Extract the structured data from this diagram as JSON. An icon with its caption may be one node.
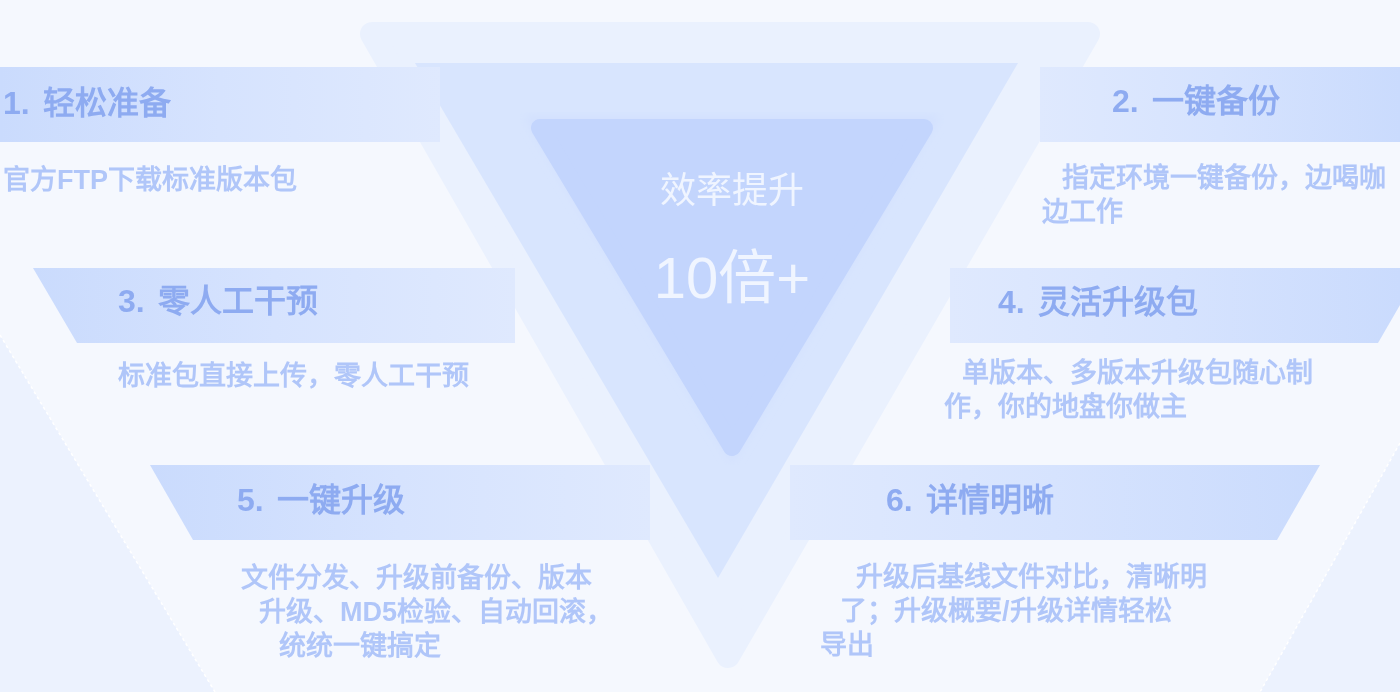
{
  "diagram": {
    "nodes": [
      {
        "text": [
          "效率提升",
          "10倍+"
        ]
      },
      {
        "text": [
          "1. 轻松准备"
        ],
        "beside": [
          "官方FTP下载标准版本包"
        ]
      },
      {
        "text": [
          "2. 一键备份"
        ],
        "beside": [
          "指定环境一键备份，边喝咖边工作"
        ]
      },
      {
        "text": [
          "3. 零人工干预"
        ],
        "beside": [
          "标准包直接上传，零人工干预"
        ]
      },
      {
        "text": [
          "4. 灵活升级包"
        ],
        "beside": [
          "单版本、多版本升级包随心制作，你的地盘你做主"
        ]
      },
      {
        "text": [
          "5. 一键升级"
        ],
        "beside": [
          "文件分发、升级前备份、版本升级、MD5检验、自动回滚，统统一键搞定"
        ]
      },
      {
        "text": [
          "6. 详情明晰"
        ],
        "beside": [
          "升级后基线文件对比，清晰明了；升级概要/升级详情轻松导出"
        ]
      }
    ]
  }
}
